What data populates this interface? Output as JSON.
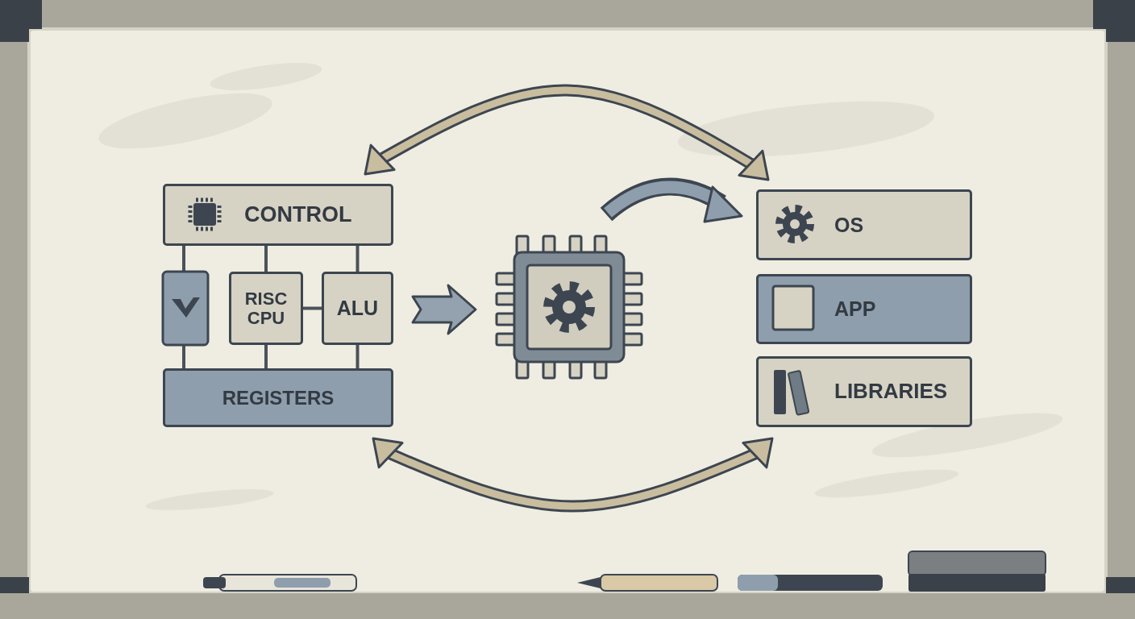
{
  "diagram": {
    "nodes": [
      {
        "text": [
          "CONTROL"
        ]
      },
      {
        "text": [
          "RISC CPU"
        ]
      },
      {
        "text": [
          "ALU"
        ]
      },
      {
        "text": [
          "REGISTERS"
        ]
      },
      {
        "text": [
          "OS"
        ]
      },
      {
        "text": [
          "APP"
        ]
      },
      {
        "text": [
          "LIBRARIES"
        ]
      }
    ],
    "edges": [
      {
        "from": 0,
        "to": 1,
        "arrow": "none"
      },
      {
        "from": 0,
        "to": 2,
        "arrow": "none"
      },
      {
        "from": 1,
        "to": 2,
        "arrow": "none"
      },
      {
        "from": 1,
        "to": 3,
        "arrow": "none"
      },
      {
        "from": 2,
        "to": 3,
        "arrow": "none"
      },
      {
        "from": 0,
        "to": 4,
        "arrow": "both"
      },
      {
        "from": 3,
        "to": 6,
        "arrow": "both"
      }
    ]
  }
}
